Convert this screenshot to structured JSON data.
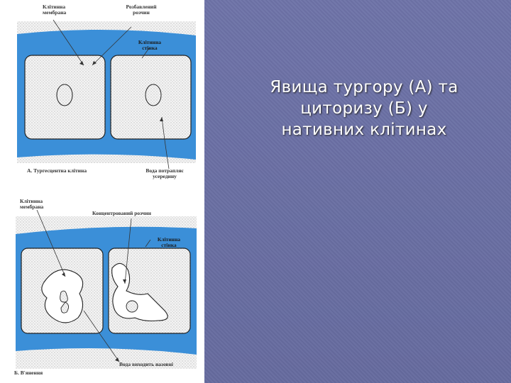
{
  "slide": {
    "title_line1": "Явища тургору (А) та",
    "title_line2": "циторизу (Б) у",
    "title_line3": "нативних клітинах"
  },
  "figure_a": {
    "label_membrane": "Клітинна мембрана",
    "label_dilute": "Розбавлений розчин",
    "label_wall": "Клітинна стінка",
    "label_caption": "А. Тургесцентна клітина",
    "label_water": "Вода потрапляє усередину"
  },
  "figure_b": {
    "label_membrane": "Клітинна мембрана",
    "label_concentrated": "Концентрований розчин",
    "label_wall": "Клітинна стінка",
    "label_caption": "Б. В'янення",
    "label_water": "Вода виходить назовні"
  },
  "colors": {
    "band_blue": "#3b8fd8",
    "slide_background": "#6a6fa3",
    "title_text": "#ffffff"
  }
}
